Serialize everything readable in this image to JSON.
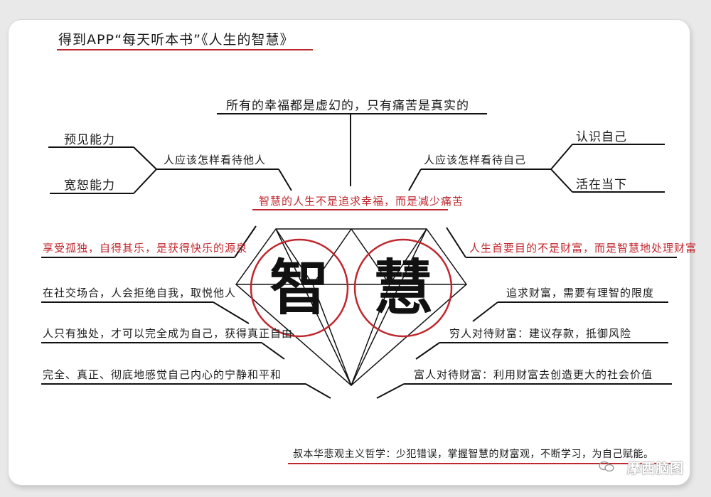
{
  "title": "得到APP“每天听本书”《人生的智慧》",
  "top_branch": "所有的幸福都是虚幻的，只有痛苦是真实的",
  "left_upper": {
    "hub": "人应该怎样看待他人",
    "items": [
      "预见能力",
      "宽恕能力"
    ]
  },
  "right_upper": {
    "hub": "人应该怎样看待自己",
    "items": [
      "认识自己",
      "活在当下"
    ]
  },
  "center_claim": "智慧的人生不是追求幸福，而是减少痛苦",
  "center_glyphs": [
    "智",
    "慧"
  ],
  "left_lower": {
    "header": "享受孤独，自得其乐，是获得快乐的源泉",
    "items": [
      "在社交场合，人会拒绝自我，取悦他人",
      "人只有独处，才可以完全成为自己，获得真正自由",
      "完全、真正、彻底地感觉自己内心的宁静和平和"
    ]
  },
  "right_lower": {
    "header": "人生首要目的不是财富，而是智慧地处理财富",
    "items": [
      "追求财富，需要有理智的限度",
      "穷人对待财富：建议存款，抵御风险",
      "富人对待财富：利用财富去创造更大的社会价值"
    ]
  },
  "footer": "叔本华悲观主义哲学：少犯错误，掌握智慧的财富观，不断学习，为自己赋能。",
  "watermark": "摩西脑图",
  "colors": {
    "accent_red": "#c0262d",
    "ink": "#1a1a1a"
  }
}
